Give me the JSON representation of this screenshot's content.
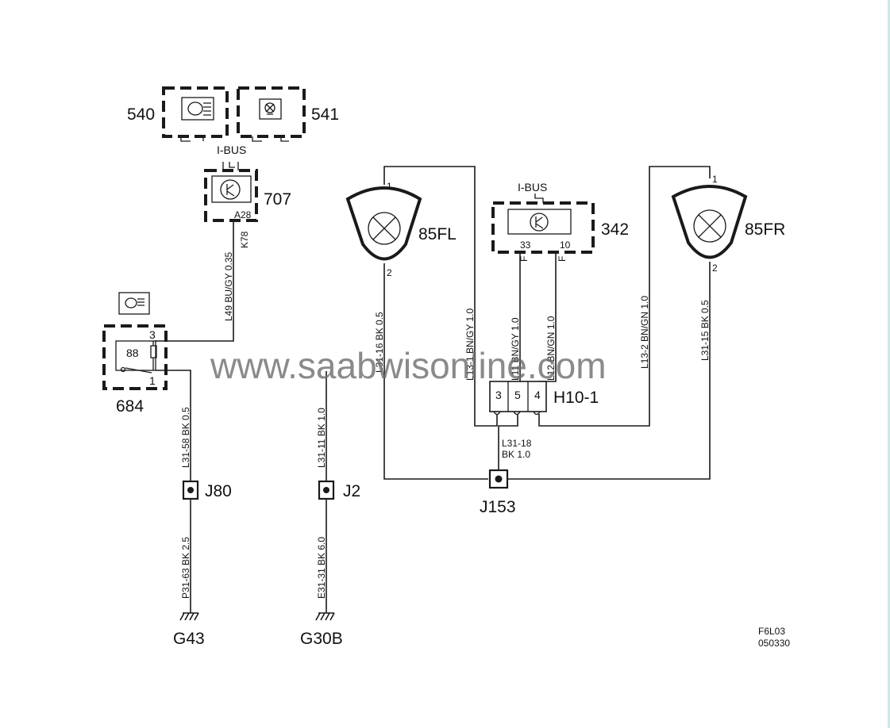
{
  "watermark": "www.saabwisonline.com",
  "components": {
    "c540": "540",
    "c541": "541",
    "c707": "707",
    "c342": "342",
    "c684": "684",
    "lamp_fl": "85FL",
    "lamp_fr": "85FR",
    "conn_h10": "H10-1",
    "j80": "J80",
    "j2": "J2",
    "j153": "J153",
    "g43": "G43",
    "g30b": "G30B"
  },
  "bus": {
    "ibus_top": "I-BUS",
    "ibus_342": "I-BUS"
  },
  "pins": {
    "a28": "A28",
    "k78": "K78",
    "p33": "33",
    "p10": "10",
    "f1": "F",
    "f2": "F",
    "fl1": "1",
    "fl2": "2",
    "fr1": "1",
    "fr2": "2",
    "r3": "3",
    "r88": "88",
    "r1": "1",
    "h3": "3",
    "h5": "5",
    "h4": "4"
  },
  "wires": {
    "l49": "L49  BU/GY  0.35",
    "l31_58": "L31-58  BK  0.5",
    "p31_63": "P31-63  BK   2.5",
    "l31_11": "L31-11  BK  1.0",
    "e31_31": "E31-31  BK   6.0",
    "l31_16": "L31-16   BK   0.5",
    "l13_1": "L13-1  BN/GY 1.0",
    "l11": "L11  BN/GY 1.0",
    "l12": "L12  BN/GN 1.0",
    "l13_2": "L13-2  BN/GN 1.0",
    "l31_15": "L31-15  BK   0.5",
    "l31_18_a": "L31-18",
    "l31_18_b": "BK     1.0"
  },
  "figure": {
    "code": "F6L03",
    "date": "050330"
  }
}
